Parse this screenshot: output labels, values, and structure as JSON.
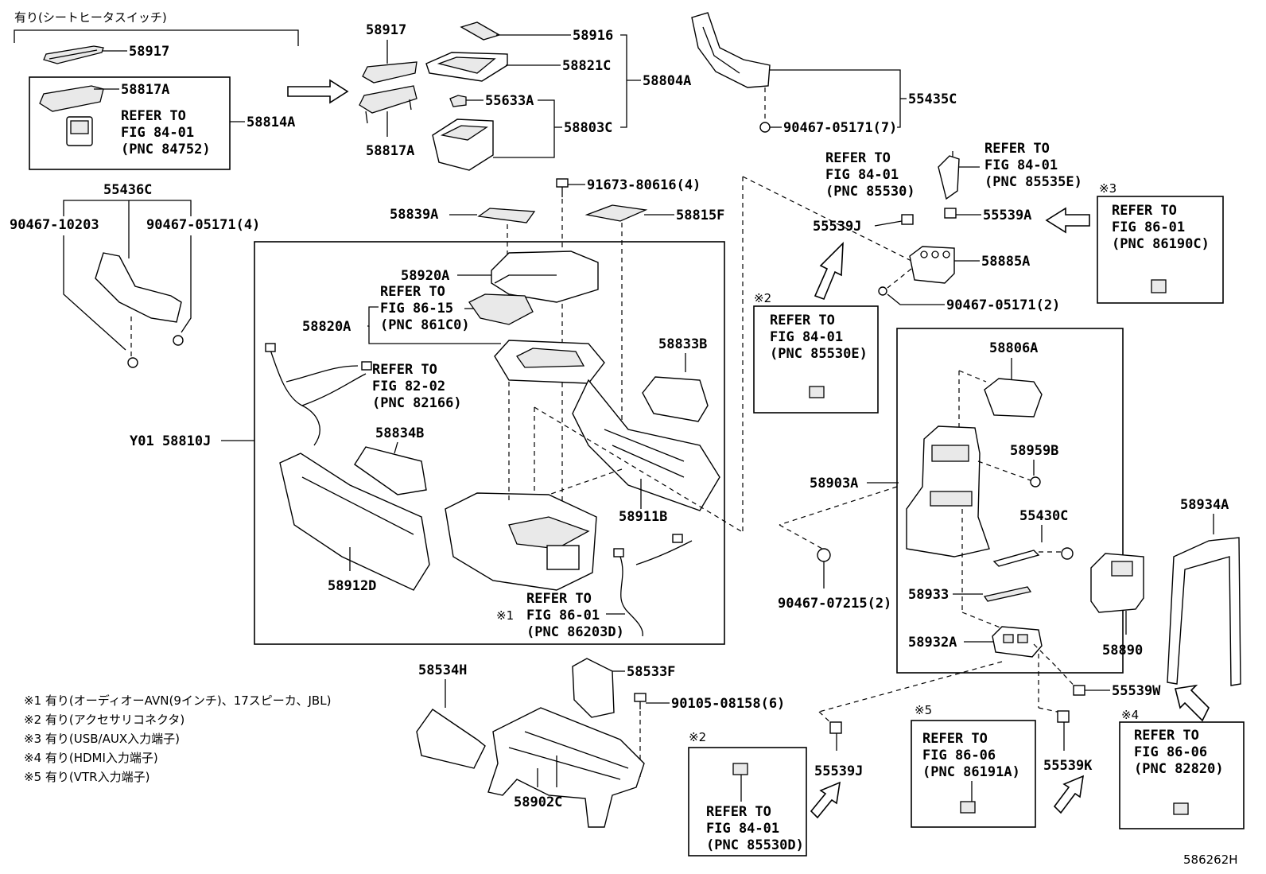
{
  "diagram_id": "586262H",
  "header_note": "有り(シートヒータスイッチ)",
  "labels": {
    "p58917a": "58917",
    "p58817a_top": "58817A",
    "p58814a": "58814A",
    "p58917b": "58917",
    "p58817a_bot": "58817A",
    "p58916": "58916",
    "p58821c": "58821C",
    "p58804a": "58804A",
    "p55633a": "55633A",
    "p58803c": "58803C",
    "p55435c": "55435C",
    "p90467_05171_7": "90467-05171(7)",
    "p55436c": "55436C",
    "p90467_10203": "90467-10203",
    "p90467_05171_4": "90467-05171(4)",
    "p91673_80616_4": "91673-80616(4)",
    "p58839a": "58839A",
    "p58815f": "58815F",
    "p58920a": "58920A",
    "p58820a": "58820A",
    "p58833b": "58833B",
    "p58834b": "58834B",
    "p58810j": "Y01 58810J",
    "p58911b": "58911B",
    "p58912d": "58912D",
    "p55539j_top": "55539J",
    "p55539a": "55539A",
    "p58885a": "58885A",
    "p90467_05171_2": "90467-05171(2)",
    "p58806a": "58806A",
    "p58959b": "58959B",
    "p58903a": "58903A",
    "p55430c": "55430C",
    "p58934a": "58934A",
    "p90467_07215_2": "90467-07215(2)",
    "p58933": "58933",
    "p58932a": "58932A",
    "p58890": "58890",
    "p55539w": "55539W",
    "p58534h": "58534H",
    "p58533f": "58533F",
    "p90105_08158_6": "90105-08158(6)",
    "p58902c": "58902C",
    "p55539j_bot": "55539J",
    "p55539k": "55539K"
  },
  "refers": {
    "r84752": [
      "REFER TO",
      "FIG 84-01",
      "(PNC 84752)"
    ],
    "r861c0": [
      "REFER TO",
      "FIG 86-15",
      "(PNC 861C0)"
    ],
    "r82166": [
      "REFER TO",
      "FIG 82-02",
      "(PNC 82166)"
    ],
    "r86203d": [
      "REFER TO",
      "FIG 86-01",
      "(PNC 86203D)"
    ],
    "r85530": [
      "REFER TO",
      "FIG 84-01",
      "(PNC 85530)"
    ],
    "r85535e": [
      "REFER TO",
      "FIG 84-01",
      "(PNC 85535E)"
    ],
    "r86190c": [
      "REFER TO",
      "FIG 86-01",
      "(PNC 86190C)"
    ],
    "r85530e": [
      "REFER TO",
      "FIG 84-01",
      "(PNC 85530E)"
    ],
    "r85530d": [
      "REFER TO",
      "FIG 84-01",
      "(PNC 85530D)"
    ],
    "r86191a": [
      "REFER TO",
      "FIG 86-06",
      "(PNC 86191A)"
    ],
    "r82820": [
      "REFER TO",
      "FIG 86-06",
      "(PNC 82820)"
    ]
  },
  "markers": {
    "m1": "※1",
    "m2a": "※2",
    "m2b": "※2",
    "m3": "※3",
    "m4": "※4",
    "m5": "※5"
  },
  "legend": [
    "※1 有り(オーディオーAVN(9インチ)、17スピーカ、JBL)",
    "※2  有り(アクセサリコネクタ)",
    "※3  有り(USB/AUX入力端子)",
    "※4  有り(HDMI入力端子)",
    "※5  有り(VTR入力端子)"
  ]
}
